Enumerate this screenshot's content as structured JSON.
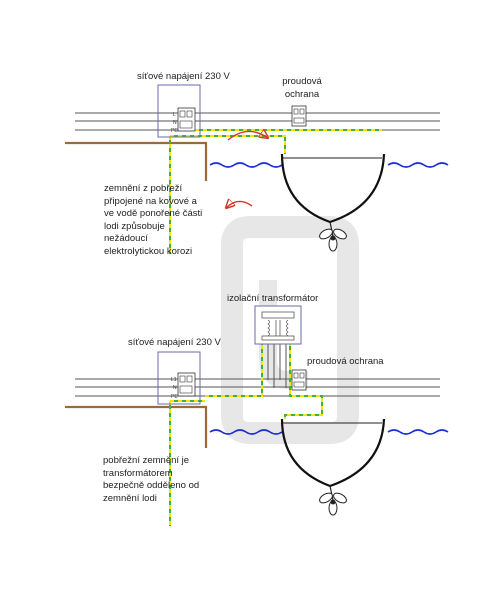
{
  "top": {
    "mains_label": "síťové napájení 230  V",
    "rcd_label": [
      "proudová",
      "ochrana"
    ],
    "note_lines": [
      "zemnění z pobřeží",
      "připojené na kovové a",
      "ve vodě ponořené části",
      "lodi způsobuje",
      "nežádoucí",
      "elektrolytickou korozi"
    ],
    "terminal_letters": [
      "L",
      "N",
      "PE"
    ]
  },
  "bottom": {
    "mains_label": "síťové napájení 230  V",
    "transformer_label": "izolační transformátor",
    "rcd_label": "proudová ochrana",
    "note_lines": [
      "pobřežní zemnění je",
      "transformátorem",
      "bezpečně odděleno od",
      "zemnění lodi"
    ],
    "terminal_letters": [
      "L1",
      "N",
      "PE"
    ]
  },
  "colors": {
    "wire": "#555555",
    "earth_green": "#3cb43c",
    "earth_yellow": "#f2e600",
    "water": "#1a2fd6",
    "pier": "#9a6a3a",
    "box_outline": "#6a6aa8",
    "arrow_red": "#d23b2a"
  },
  "icons": [
    "propeller-icon",
    "corrosion-arrow-icon",
    "watermark-logo"
  ]
}
